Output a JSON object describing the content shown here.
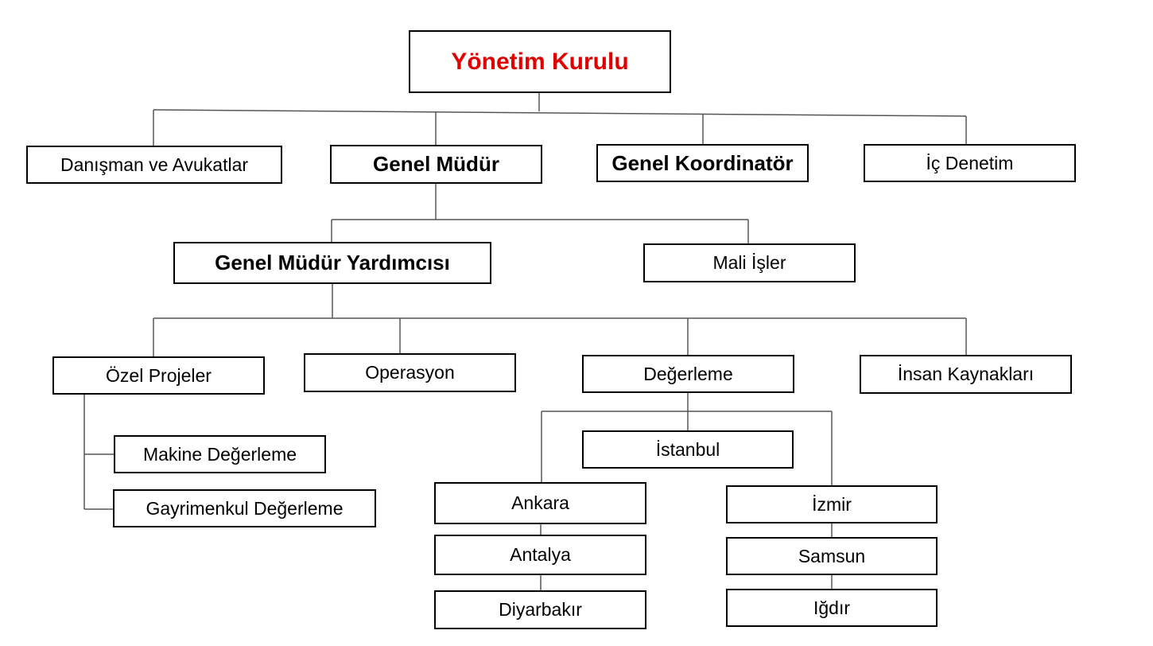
{
  "colors": {
    "title": "#e00000",
    "border": "#000000",
    "line": "#555555",
    "background": "#ffffff"
  },
  "nodes": {
    "board": "Yönetim Kurulu",
    "advisors": "Danışman ve Avukatlar",
    "general_manager": "Genel Müdür",
    "general_coordinator": "Genel Koordinatör",
    "internal_audit": "İç Denetim",
    "deputy_general_manager": "Genel Müdür Yardımcısı",
    "finance": "Mali İşler",
    "special_projects": "Özel Projeler",
    "operations": "Operasyon",
    "valuation": "Değerleme",
    "human_resources": "İnsan Kaynakları",
    "machine_valuation": "Makine Değerleme",
    "real_estate_valuation": "Gayrimenkul Değerleme",
    "istanbul": "İstanbul",
    "ankara": "Ankara",
    "antalya": "Antalya",
    "diyarbakir": "Diyarbakır",
    "izmir": "İzmir",
    "samsun": "Samsun",
    "igdir": "Iğdır"
  }
}
